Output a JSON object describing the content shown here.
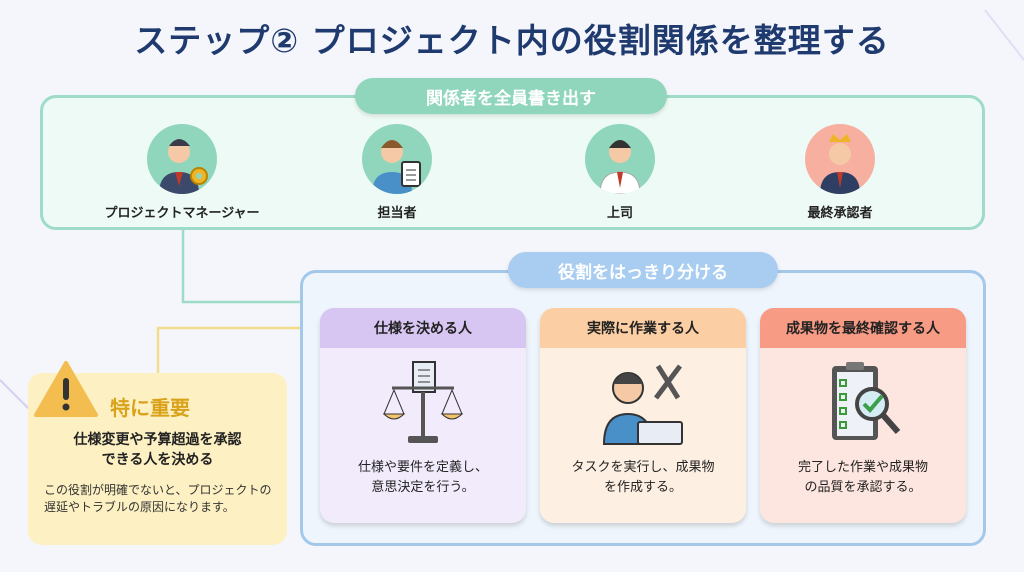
{
  "title": "ステップ② プロジェクト内の役割関係を整理する",
  "stakeholders": {
    "label": "関係者を全員書き出す",
    "people": [
      {
        "name": "プロジェクトマネージャー",
        "icon": "manager-gear-icon"
      },
      {
        "name": "担当者",
        "icon": "staff-clipboard-icon"
      },
      {
        "name": "上司",
        "icon": "boss-icon"
      },
      {
        "name": "最終承認者",
        "icon": "approver-crown-icon"
      }
    ]
  },
  "roles": {
    "label": "役割をはっきり分ける",
    "cards": [
      {
        "title": "仕様を決める人",
        "desc1": "仕様や要件を定義し、",
        "desc2": "意思決定を行う。",
        "icon": "scale-document-icon"
      },
      {
        "title": "実際に作業する人",
        "desc1": "タスクを実行し、成果物",
        "desc2": "を作成する。",
        "icon": "worker-tools-icon"
      },
      {
        "title": "成果物を最終確認する人",
        "desc1": "完了した作業や成果物",
        "desc2": "の品質を承認する。",
        "icon": "checklist-magnifier-icon"
      }
    ]
  },
  "important": {
    "title": "特に重要",
    "main1": "仕様変更や予算超過を承認",
    "main2": "できる人を決める",
    "sub": "この役割が明確でないと、プロジェクトの遅延やトラブルの原因になります。"
  },
  "colors": {
    "title": "#1f3a6e",
    "teal": "#8fd6bd",
    "blue": "#a8cdf0",
    "purple": "#d8c6f2",
    "orange": "#fbcfa3",
    "red": "#f79b85",
    "warn": "#fdf0c3"
  }
}
